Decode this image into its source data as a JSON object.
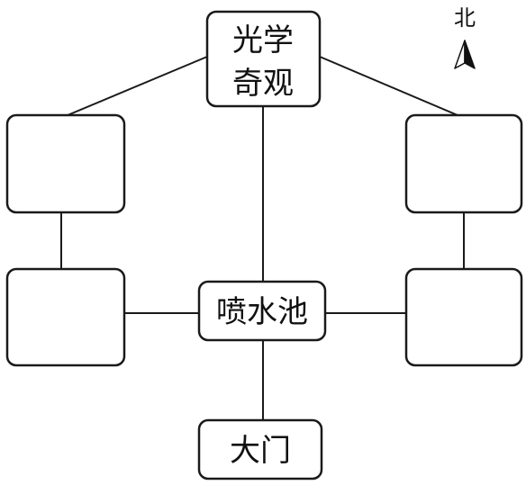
{
  "diagram": {
    "nodes": {
      "optics": {
        "line1": "光学",
        "line2": "奇观"
      },
      "fountain": {
        "label": "喷水池"
      },
      "gate": {
        "label": "大门"
      },
      "blank_top_left": {
        "label": ""
      },
      "blank_bottom_left": {
        "label": ""
      },
      "blank_top_right": {
        "label": ""
      },
      "blank_bottom_right": {
        "label": ""
      }
    },
    "north_marker": {
      "label": "北",
      "icon": "north-arrow-icon"
    }
  }
}
